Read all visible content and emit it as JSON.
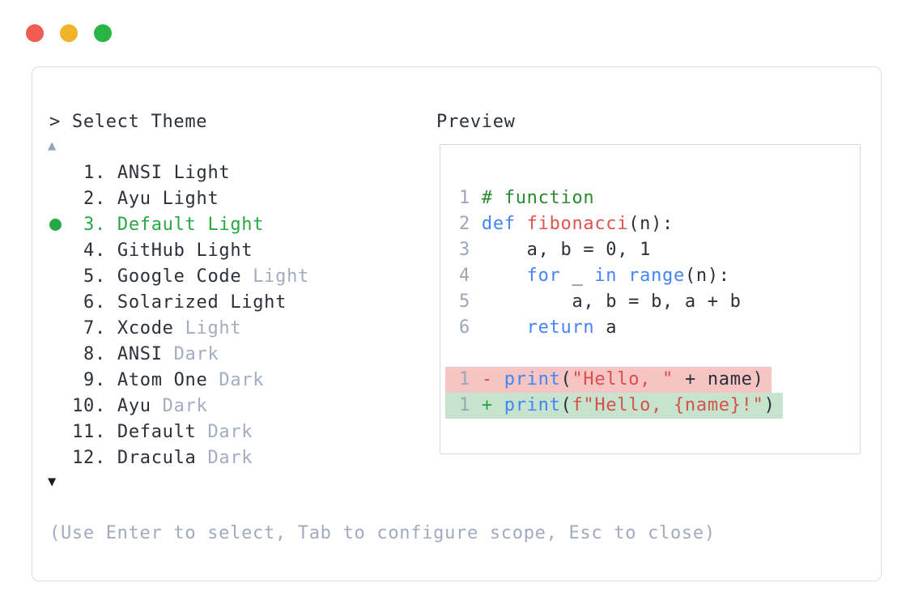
{
  "window": {
    "traffic_lights": [
      {
        "name": "close",
        "color": "#f15b51"
      },
      {
        "name": "minimize",
        "color": "#f0b429"
      },
      {
        "name": "zoom",
        "color": "#28b544"
      }
    ]
  },
  "prompt": {
    "title": "> Select Theme",
    "scroll_up_indicator": "▲",
    "scroll_down_indicator": "▼",
    "footer_hint": "(Use Enter to select, Tab to configure scope, Esc to close)"
  },
  "theme_list": {
    "items": [
      {
        "number": "1",
        "label": "ANSI Light",
        "muted": "",
        "selected": false
      },
      {
        "number": "2",
        "label": "Ayu Light",
        "muted": "",
        "selected": false
      },
      {
        "number": "3",
        "label": "Default Light",
        "muted": "",
        "selected": true
      },
      {
        "number": "4",
        "label": "GitHub Light",
        "muted": "",
        "selected": false
      },
      {
        "number": "5",
        "label": "Google Code",
        "muted": "Light",
        "selected": false
      },
      {
        "number": "6",
        "label": "Solarized Light",
        "muted": "",
        "selected": false
      },
      {
        "number": "7",
        "label": "Xcode",
        "muted": "Light",
        "selected": false
      },
      {
        "number": "8",
        "label": "ANSI",
        "muted": "Dark",
        "selected": false
      },
      {
        "number": "9",
        "label": "Atom One",
        "muted": "Dark",
        "selected": false
      },
      {
        "number": "10",
        "label": "Ayu",
        "muted": "Dark",
        "selected": false
      },
      {
        "number": "11",
        "label": "Default",
        "muted": "Dark",
        "selected": false
      },
      {
        "number": "12",
        "label": "Dracula",
        "muted": "Dark",
        "selected": false
      }
    ]
  },
  "preview": {
    "label": "Preview",
    "code_lines": [
      {
        "num": "1",
        "diff": null,
        "tokens": [
          [
            "# function",
            "comment"
          ]
        ]
      },
      {
        "num": "2",
        "diff": null,
        "tokens": [
          [
            "def",
            "kw"
          ],
          [
            " ",
            "pl"
          ],
          [
            "fibonacci",
            "fn"
          ],
          [
            "(n):",
            "pl"
          ]
        ]
      },
      {
        "num": "3",
        "diff": null,
        "tokens": [
          [
            "    a, b = 0, 1",
            "pl"
          ]
        ]
      },
      {
        "num": "4",
        "diff": null,
        "tokens": [
          [
            "    ",
            "pl"
          ],
          [
            "for",
            "kw"
          ],
          [
            " _ ",
            "pl"
          ],
          [
            "in",
            "kw"
          ],
          [
            " ",
            "pl"
          ],
          [
            "range",
            "kw"
          ],
          [
            "(n):",
            "pl"
          ]
        ]
      },
      {
        "num": "5",
        "diff": null,
        "tokens": [
          [
            "        a, b = b, a + b",
            "pl"
          ]
        ]
      },
      {
        "num": "6",
        "diff": null,
        "tokens": [
          [
            "    ",
            "pl"
          ],
          [
            "return",
            "kw"
          ],
          [
            " a",
            "pl"
          ]
        ]
      },
      {
        "num": "",
        "diff": null,
        "tokens": []
      },
      {
        "num": "1",
        "diff": "removed",
        "tokens": [
          [
            "-",
            "minus"
          ],
          [
            " ",
            "pl"
          ],
          [
            "print",
            "kw"
          ],
          [
            "(",
            "pl"
          ],
          [
            "\"Hello, \"",
            "str"
          ],
          [
            " + name",
            "pl"
          ],
          [
            ")",
            "pl"
          ]
        ]
      },
      {
        "num": "1",
        "diff": "added",
        "tokens": [
          [
            "+",
            "plus"
          ],
          [
            " ",
            "pl"
          ],
          [
            "print",
            "kw"
          ],
          [
            "(",
            "pl"
          ],
          [
            "f\"Hello, {name}!\"",
            "str"
          ],
          [
            ")",
            "pl"
          ]
        ]
      }
    ]
  },
  "colors": {
    "text": "#2b303a",
    "muted_text": "#a2adc0",
    "selected_green": "#28a745",
    "keyword_blue": "#4484f3",
    "function_red": "#e0544c",
    "string_red": "#d8504c",
    "comment_green": "#2a8a2e",
    "line_number_gray": "#9ba6b8",
    "diff_removed_bg": "#f6c4c2",
    "diff_added_bg": "#c5e3cd",
    "panel_border": "#d9dde4"
  }
}
